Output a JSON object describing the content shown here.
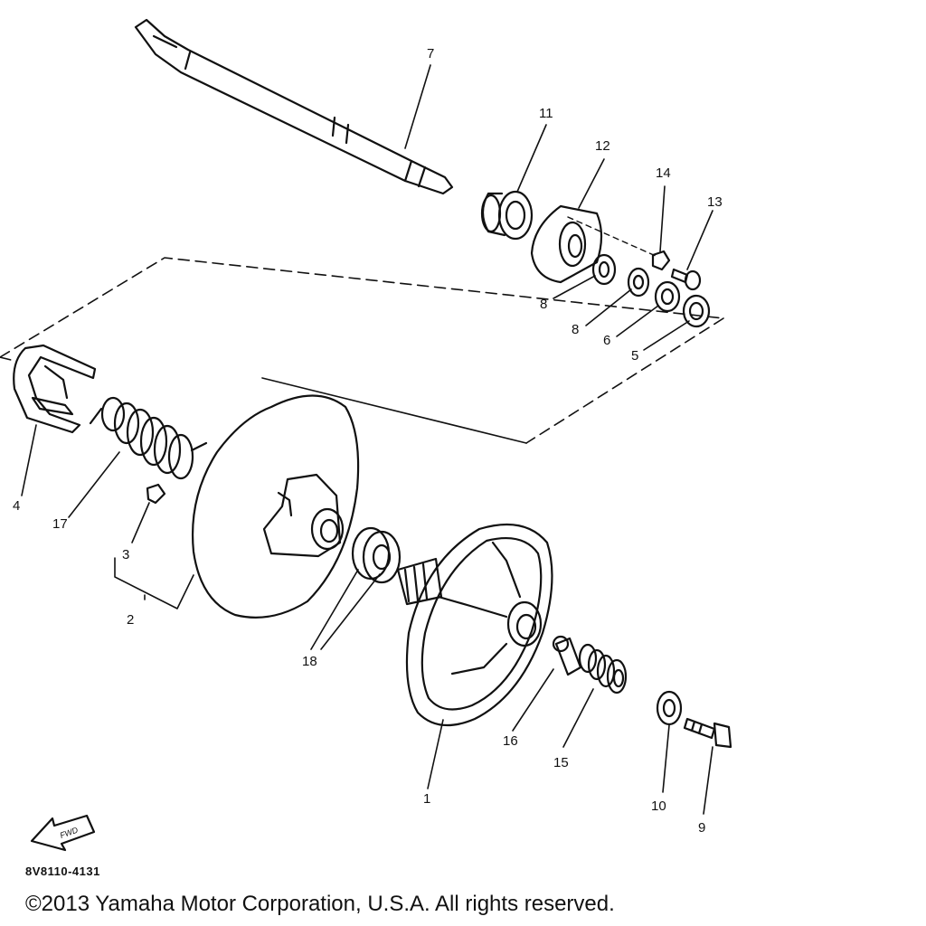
{
  "callouts": [
    "1",
    "2",
    "3",
    "4",
    "5",
    "6",
    "7",
    "8",
    "8",
    "9",
    "10",
    "11",
    "12",
    "13",
    "14",
    "15",
    "16",
    "17",
    "18"
  ],
  "fwd_arrow_text": "FWD",
  "figure_code": "8V8110-4131",
  "copyright": "©2013 Yamaha Motor Corporation, U.S.A. All rights reserved.",
  "line_color": "#111111",
  "background_color": "#ffffff"
}
